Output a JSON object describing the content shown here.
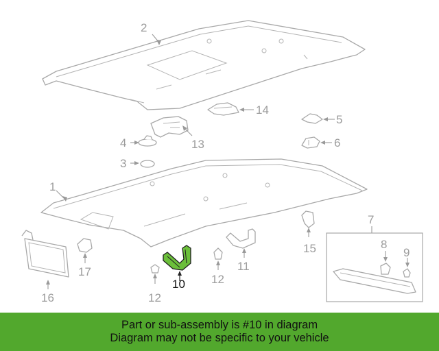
{
  "callouts": {
    "c1": "1",
    "c2": "2",
    "c4": "4",
    "c3": "3",
    "c5": "5",
    "c6": "6",
    "c7": "7",
    "c8": "8",
    "c9": "9",
    "c10": "10",
    "c11": "11",
    "c12a": "12",
    "c12b": "12",
    "c13": "13",
    "c14": "14",
    "c15": "15",
    "c16": "16",
    "c17": "17"
  },
  "highlighted_part": "10",
  "colors": {
    "banner_bg": "#52a82d",
    "highlight": "#6bbf3a",
    "line": "#a8a8a8"
  },
  "banner": {
    "line1": "Part or sub-assembly is #10 in diagram",
    "line2": "Diagram may not be specific to your vehicle"
  }
}
